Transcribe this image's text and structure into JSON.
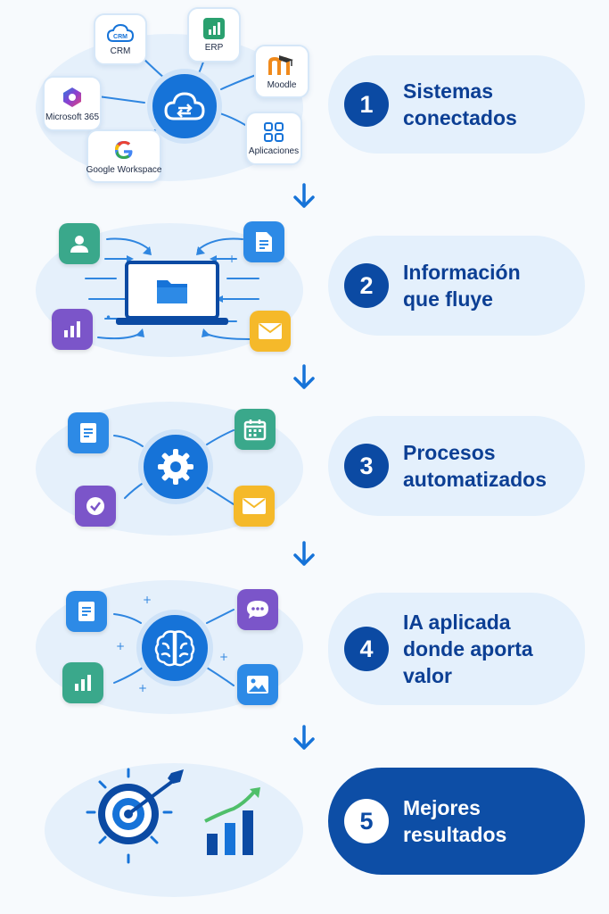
{
  "steps": [
    {
      "number": "1",
      "title": "Sistemas\nconectados"
    },
    {
      "number": "2",
      "title": "Información\nque fluye"
    },
    {
      "number": "3",
      "title": "Procesos\nautomatizados"
    },
    {
      "number": "4",
      "title": "IA aplicada\ndonde aporta\nvalor"
    },
    {
      "number": "5",
      "title": "Mejores\nresultados"
    }
  ],
  "systems": {
    "crm": "CRM",
    "erp": "ERP",
    "moodle": "Moodle",
    "microsoft": "Microsoft 365",
    "google": "Google Workspace",
    "apps": "Aplicaciones",
    "crm_glyph": "CRM"
  },
  "colors": {
    "primary": "#1673d8",
    "dark_blue": "#0b4aa3",
    "pill_bg": "#e4f0fc",
    "green_tile": "#3aa88b",
    "purple_tile": "#7b55c9",
    "yellow_tile": "#f5b92a",
    "blue_tile": "#2d8ae6"
  },
  "icons": [
    "cloud-sync-icon",
    "laptop-folder-icon",
    "gear-icon",
    "brain-icon",
    "target-icon",
    "growth-chart-icon"
  ]
}
